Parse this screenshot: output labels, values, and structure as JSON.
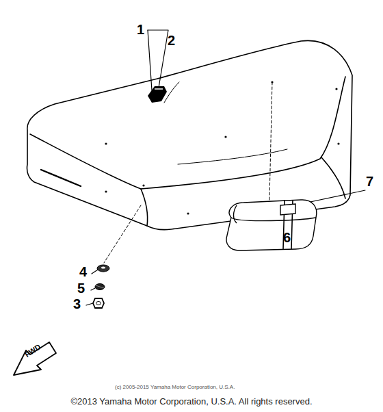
{
  "diagram": {
    "caption": "©2013 Yamaha Motor Corporation, U.S.A. All rights reserved.",
    "labels": [
      "1",
      "2",
      "3",
      "4",
      "5",
      "6",
      "7",
      "FWD",
      "(c) 2005-2015 Yamaha Motor Corporation, U.S.A."
    ]
  }
}
